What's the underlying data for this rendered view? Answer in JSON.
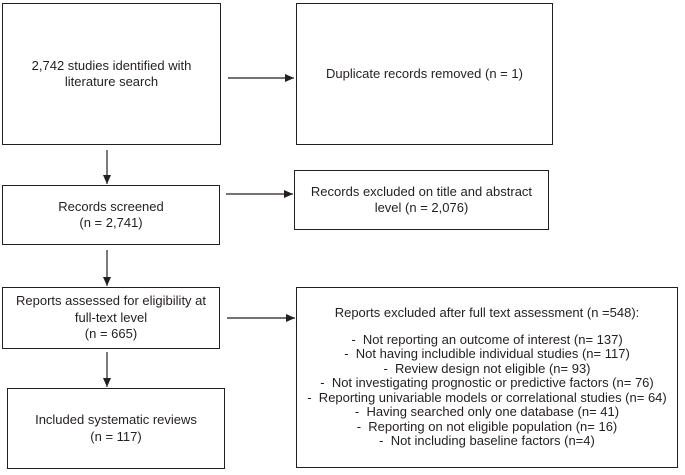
{
  "palette": {
    "background": "#ffffff",
    "box_border": "#231f20",
    "text": "#231f20",
    "arrow": "#231f20"
  },
  "flow": {
    "identified": {
      "text": "2,742 studies identified with\nliterature search"
    },
    "duplicates_removed": {
      "text": "Duplicate records removed (n = 1)"
    },
    "screened": {
      "text": "Records screened\n(n = 2,741)"
    },
    "excluded_title_abstract": {
      "text": "Records excluded on title and abstract\nlevel (n = 2,076)"
    },
    "fulltext_assessed": {
      "text": "Reports assessed for eligibility at\nfull-text level\n(n = 665)"
    },
    "included": {
      "text": "Included systematic reviews\n(n = 117)"
    },
    "excluded_fulltext": {
      "title": "Reports excluded after full text assessment (n =548):",
      "items": [
        "-  Not reporting an outcome of interest (n= 137)",
        "-  Not having includible individual studies (n= 117)",
        "-  Review design not eligible (n= 93)",
        "-  Not investigating prognostic or predictive factors (n= 76)",
        "-  Reporting univariable models or correlational studies (n= 64)",
        "-  Having searched only one database (n= 41)",
        "-  Reporting on not eligible population (n= 16)",
        "-  Not including baseline factors (n=4)"
      ]
    }
  }
}
